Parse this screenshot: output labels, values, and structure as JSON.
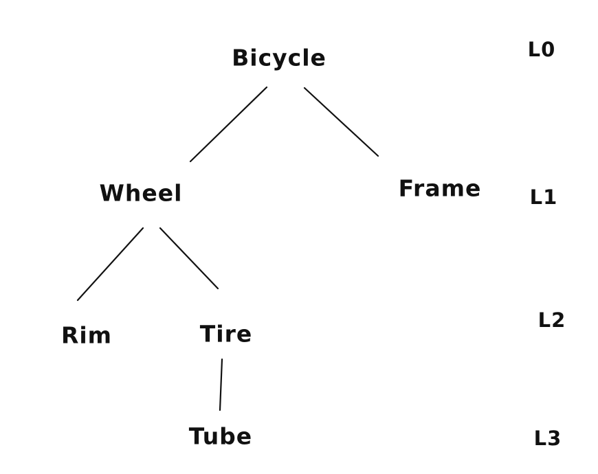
{
  "diagram": {
    "type": "tree",
    "ink_color": "#111111",
    "background_color": "#ffffff",
    "nodes": [
      {
        "id": "bicycle",
        "label": "Bicycle",
        "level": 0
      },
      {
        "id": "wheel",
        "label": "Wheel",
        "level": 1
      },
      {
        "id": "frame",
        "label": "Frame",
        "level": 1
      },
      {
        "id": "rim",
        "label": "Rim",
        "level": 2
      },
      {
        "id": "tire",
        "label": "Tire",
        "level": 2
      },
      {
        "id": "tube",
        "label": "Tube",
        "level": 3
      }
    ],
    "edges": [
      {
        "from": "bicycle",
        "to": "wheel"
      },
      {
        "from": "bicycle",
        "to": "frame"
      },
      {
        "from": "wheel",
        "to": "rim"
      },
      {
        "from": "wheel",
        "to": "tire"
      },
      {
        "from": "tire",
        "to": "tube"
      }
    ],
    "level_labels": [
      {
        "label": "L0"
      },
      {
        "label": "L1"
      },
      {
        "label": "L2"
      },
      {
        "label": "L3"
      }
    ]
  }
}
